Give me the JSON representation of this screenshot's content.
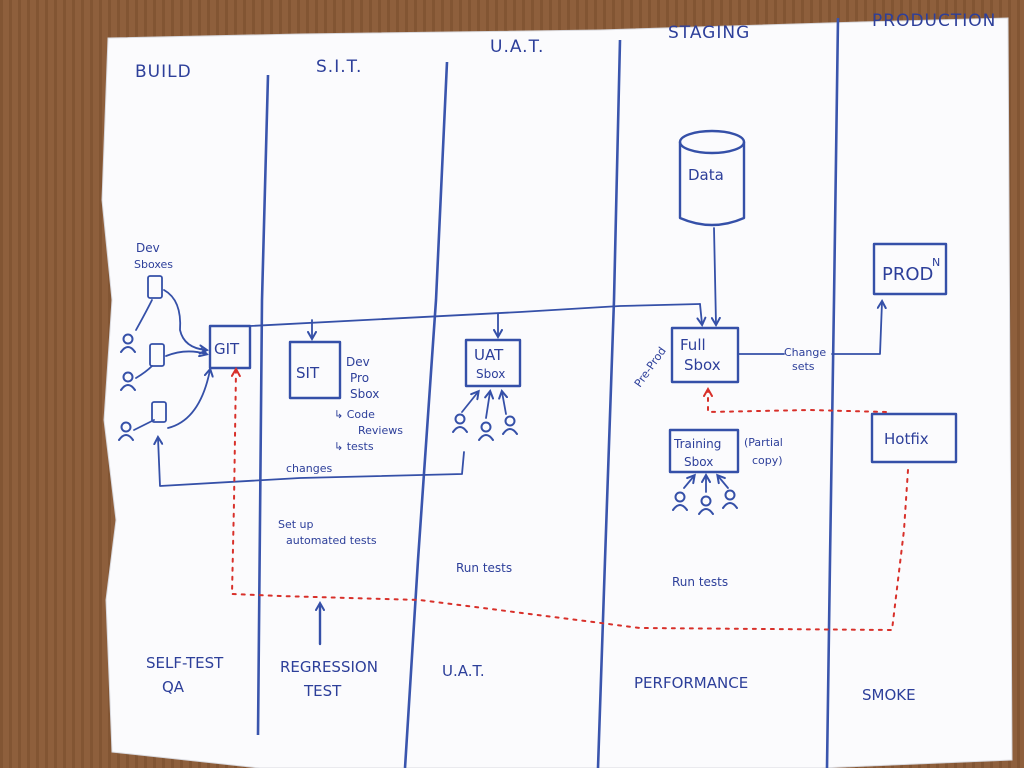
{
  "lanes": [
    {
      "key": "build",
      "header": "BUILD",
      "footer": [
        "SELF-TEST",
        "QA"
      ]
    },
    {
      "key": "sit",
      "header": "S.I.T.",
      "footer": [
        "REGRESSION",
        "TEST"
      ]
    },
    {
      "key": "uat",
      "header": "U.A.T.",
      "footer": [
        "U.A.T."
      ]
    },
    {
      "key": "staging",
      "header": "STAGING",
      "footer": [
        "PERFORMANCE"
      ]
    },
    {
      "key": "production",
      "header": "PRODUCTION",
      "footer": [
        "SMOKE"
      ]
    }
  ],
  "build": {
    "dev_sboxes_label": [
      "Dev",
      "Sboxes"
    ],
    "git_label": "GIT"
  },
  "sit": {
    "sit_box_label": "SIT",
    "dev_pro_label": [
      "Dev",
      "Pro",
      "Sbox"
    ],
    "code_reviews_label": [
      "↳ Code",
      "Reviews"
    ],
    "tests_label": "↳ tests",
    "changes_label": "changes",
    "setup_label": [
      "Set up",
      "automated tests"
    ]
  },
  "uat": {
    "uat_sbox_label": [
      "UAT",
      "Sbox"
    ],
    "run_tests_label": "Run tests"
  },
  "staging": {
    "data_label": "Data",
    "full_sbox_label": [
      "Full",
      "Sbox"
    ],
    "pre_prod_label": "Pre-Prod",
    "training_label": [
      "Training",
      "Sbox"
    ],
    "partial_copy_label": [
      "(Partial",
      "copy)"
    ],
    "run_tests_label": "Run tests"
  },
  "production": {
    "change_sets_label": [
      "Change",
      "sets"
    ],
    "prod_label": "PROD",
    "prod_sup": "N",
    "hotfix_label": "Hotfix"
  },
  "colors": {
    "ink": "#3550a8",
    "red": "#d8302a",
    "paper": "#ffffff",
    "table": "#8a5a36"
  }
}
